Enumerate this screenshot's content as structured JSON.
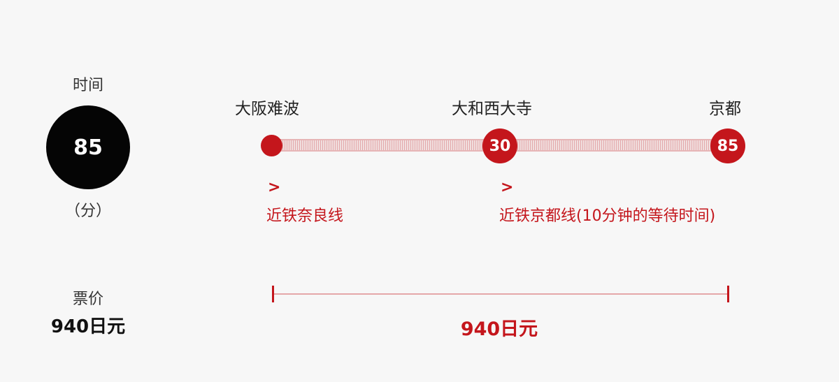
{
  "summary": {
    "time_label": "时间",
    "total_minutes": "85",
    "unit_label": "（分）",
    "fare_label": "票价",
    "fare_total": "940日元"
  },
  "stations": [
    {
      "name": "大阪难波",
      "minute": ""
    },
    {
      "name": "大和西大寺",
      "minute": "30"
    },
    {
      "name": "京都",
      "minute": "85"
    }
  ],
  "segments": [
    {
      "arrow": ">",
      "line_name": "近铁奈良线"
    },
    {
      "arrow": ">",
      "line_name": "近铁京都线(10分钟的等待时间)"
    }
  ],
  "fare_bar": {
    "amount": "940日元"
  },
  "colors": {
    "accent": "#c4161c",
    "track": "#e3a9ab",
    "dark": "#050505",
    "background": "#f7f7f7"
  }
}
